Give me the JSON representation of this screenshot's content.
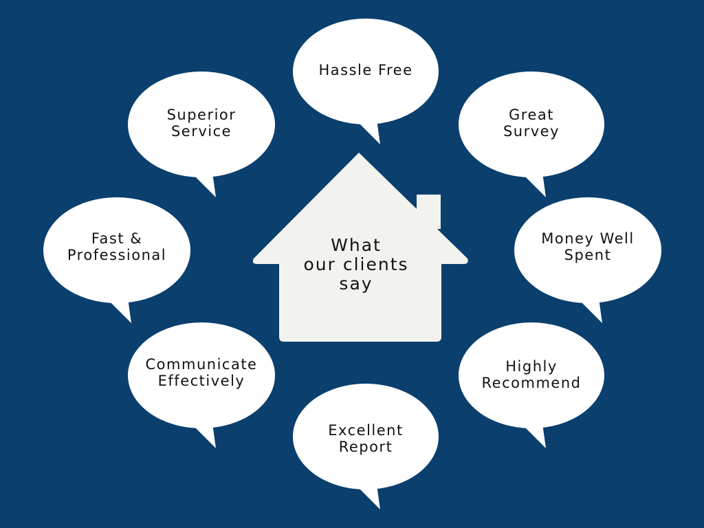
{
  "colors": {
    "background": "#0a3f6e",
    "bubble": "#ffffff",
    "house": "#f2f2ee",
    "text": "#111111"
  },
  "center": {
    "lines": [
      "What",
      "our clients",
      "say"
    ]
  },
  "bubbles": [
    {
      "lines": [
        "Hassle Free"
      ]
    },
    {
      "lines": [
        "Superior",
        "Service"
      ]
    },
    {
      "lines": [
        "Great",
        "Survey"
      ]
    },
    {
      "lines": [
        "Fast &",
        "Professional"
      ]
    },
    {
      "lines": [
        "Money Well",
        "Spent"
      ]
    },
    {
      "lines": [
        "Communicate",
        "Effectively"
      ]
    },
    {
      "lines": [
        "Highly",
        "Recommend"
      ]
    },
    {
      "lines": [
        "Excellent",
        "Report"
      ]
    }
  ]
}
